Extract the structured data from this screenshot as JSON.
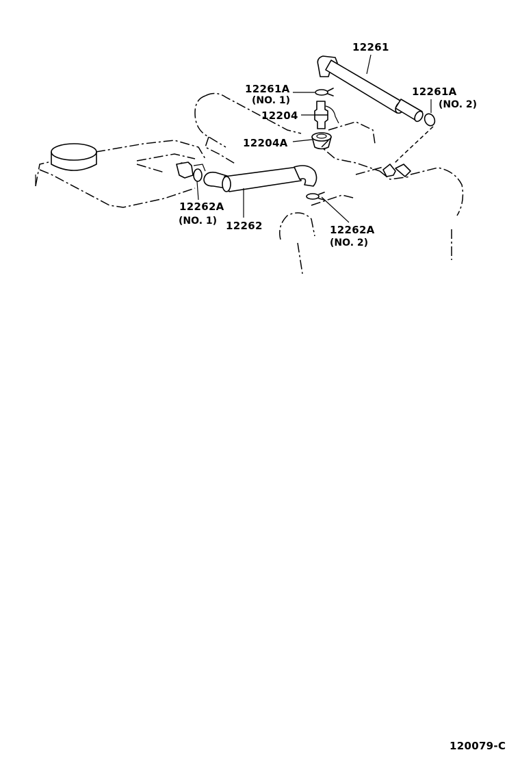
{
  "diagram": {
    "labels": {
      "hose_12261": "12261",
      "clamp_12261A": "12261A",
      "clamp_12261A_no1": "(NO. 1)",
      "clamp_12261A_r": "12261A",
      "clamp_12261A_no2": "(NO. 2)",
      "valve_12204": "12204",
      "grommet_12204A": "12204A",
      "clamp_12262A_l": "12262A",
      "clamp_12262A_no1": "(NO. 1)",
      "hose_12262": "12262",
      "clamp_12262A_r": "12262A",
      "clamp_12262A_no2": "(NO. 2)"
    },
    "figure_code": "120079-C"
  }
}
